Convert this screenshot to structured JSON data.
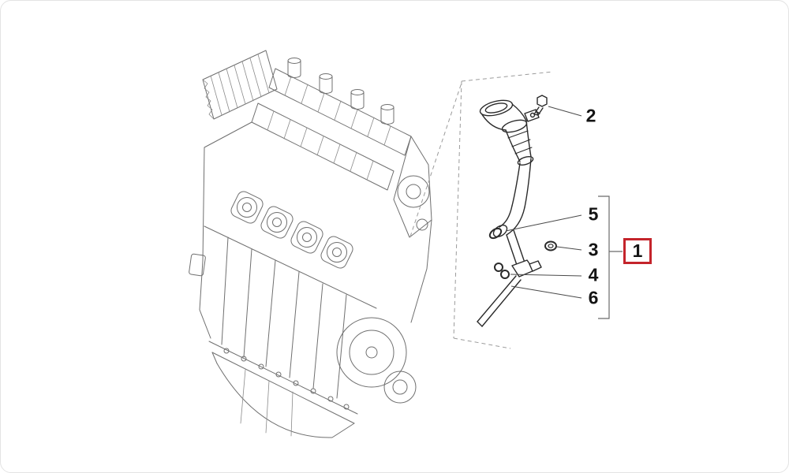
{
  "diagram": {
    "kind": "exploded-parts-diagram",
    "description_hint": "engine with oil dipstick / breather tube assembly detail",
    "highlight_color": "#c4242b",
    "engine_line_color": "#6f6f6f",
    "part_line_color": "#2a2a2a",
    "selected_callout": "1",
    "callouts": [
      {
        "label": "1",
        "highlighted": true
      },
      {
        "label": "2",
        "highlighted": false
      },
      {
        "label": "3",
        "highlighted": false
      },
      {
        "label": "4",
        "highlighted": false
      },
      {
        "label": "5",
        "highlighted": false
      },
      {
        "label": "6",
        "highlighted": false
      }
    ]
  }
}
